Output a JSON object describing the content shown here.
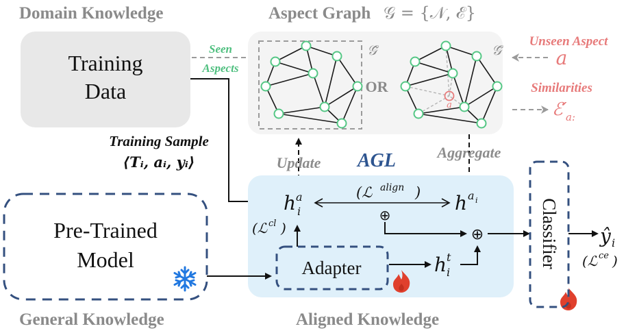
{
  "sections": {
    "domain_knowledge": "Domain Knowledge",
    "aspect_graph": "Aspect Graph",
    "aspect_graph_formula": "𝒢 = {𝒩, ℰ}",
    "general_knowledge": "General Knowledge",
    "aligned_knowledge": "Aligned Knowledge"
  },
  "boxes": {
    "training_data": [
      "Training",
      "Data"
    ],
    "pretrained_model": [
      "Pre-Trained",
      "Model"
    ],
    "adapter": "Adapter",
    "classifier": "Classifier",
    "agl": "AGL"
  },
  "labels": {
    "seen_aspects": [
      "Seen",
      "Aspects"
    ],
    "training_sample": "Training Sample",
    "training_sample_tuple": "⟨Tᵢ, aᵢ, yᵢ⟩",
    "update": "Update",
    "aggregate": "Aggregate",
    "or": "OR",
    "unseen_aspect": "Unseen Aspect",
    "unseen_symbol": "a",
    "similarities": "Similarities",
    "similarities_symbol": "ℰ′",
    "similarities_sub": "a:",
    "graph_tilde": "𝒢̃",
    "graph_bar": "𝒢̄",
    "node_a": "a"
  },
  "math": {
    "h_i_a_base": "h",
    "h_i_a_sup": "a",
    "h_i_a_sub": "i",
    "h_ai_base": "h",
    "h_ai_sup": "a",
    "h_ai_supsub": "i",
    "h_i_t_base": "h",
    "h_i_t_sup": "t",
    "h_i_t_sub": "i",
    "loss_align": "(ℒ",
    "loss_align_sup": "align",
    "loss_align_close": ")",
    "loss_cl": "(ℒ",
    "loss_cl_sup": "cl",
    "loss_cl_close": ")",
    "loss_ce": "(ℒ",
    "loss_ce_sup": "ce",
    "loss_ce_close": ")",
    "y_hat": "ŷ",
    "y_hat_sub": "i",
    "oplus": "⊕"
  },
  "icons": {
    "frozen": "snowflake-icon",
    "trainable": "flame-icon"
  },
  "colors": {
    "node_green": "#55c785",
    "unseen_red": "#e77a7a",
    "dashed_navy": "#34507f",
    "aligned_bg": "#dff0fa",
    "graph_bg": "#f4f4f4",
    "training_bg": "#e8e8e8",
    "snowflake_blue": "#2178e0",
    "flame_red": "#e0402d"
  }
}
